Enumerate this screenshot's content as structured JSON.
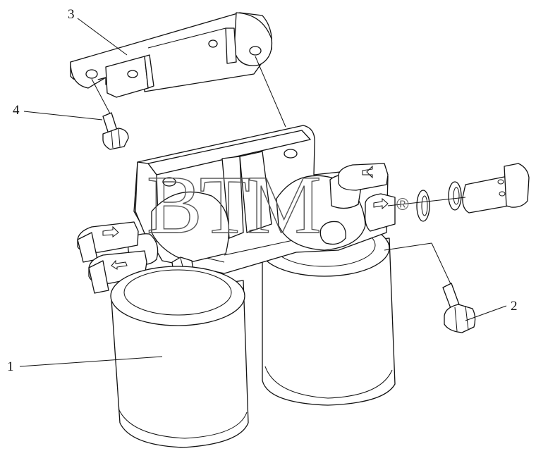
{
  "diagram": {
    "callouts": [
      {
        "id": "1",
        "label": "1"
      },
      {
        "id": "2",
        "label": "2"
      },
      {
        "id": "3",
        "label": "3"
      },
      {
        "id": "4",
        "label": "4"
      }
    ],
    "watermark": {
      "text": "BTM",
      "mark": "®"
    },
    "colors": {
      "line": "#111111",
      "background": "#ffffff",
      "watermark": "#555555"
    },
    "parts": [
      {
        "callout": "1",
        "icon": "filter-cartridge-icon"
      },
      {
        "callout": "2",
        "icon": "hex-bolt-icon"
      },
      {
        "callout": "3",
        "icon": "mounting-bracket-icon"
      },
      {
        "callout": "4",
        "icon": "hex-bolt-icon"
      }
    ]
  }
}
